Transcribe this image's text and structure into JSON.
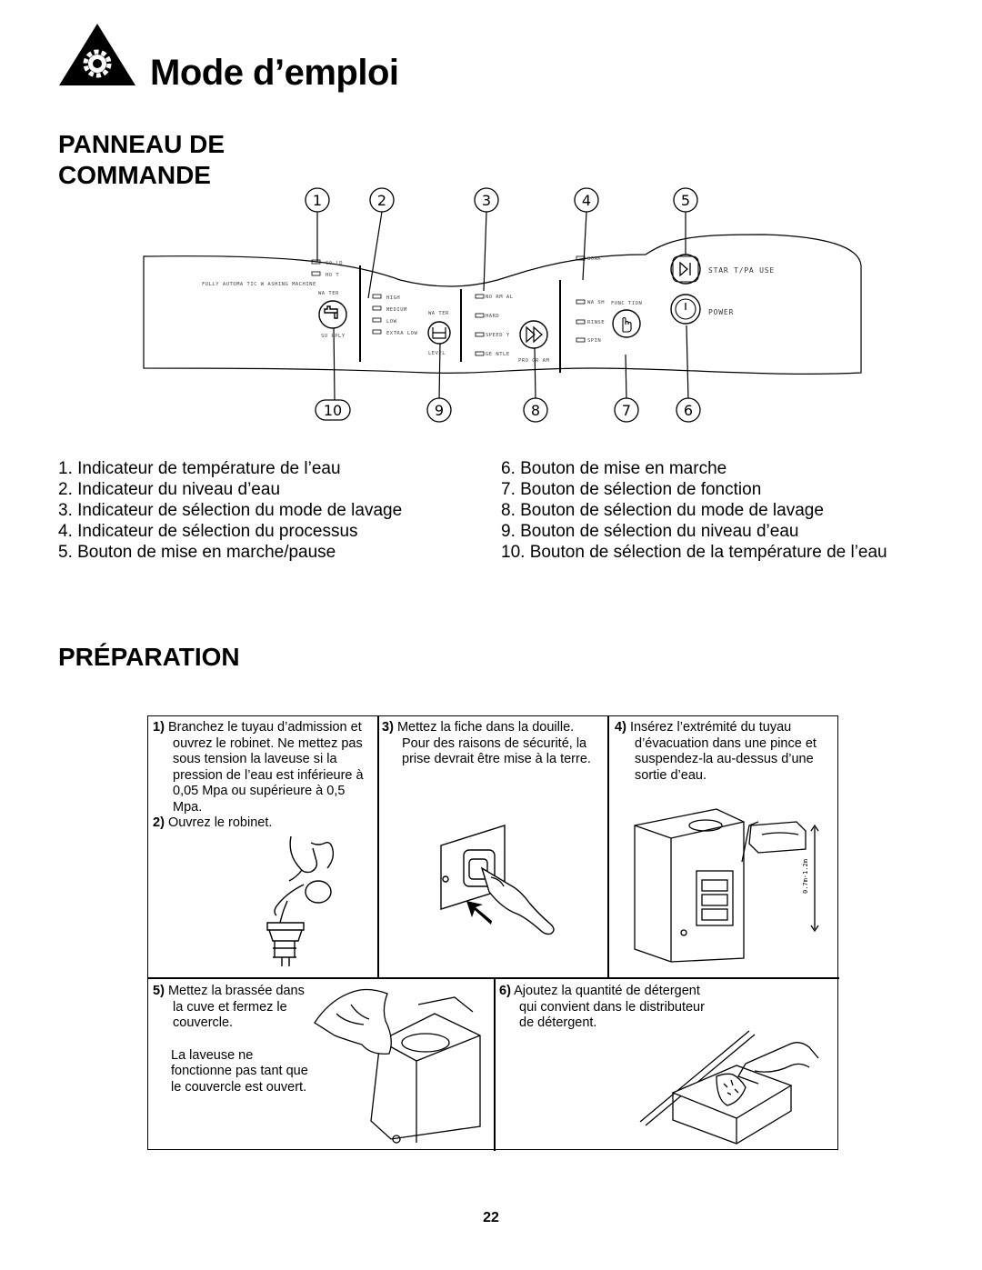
{
  "header": {
    "title": "Mode d’emploi",
    "icon": "gear-warning-triangle-icon"
  },
  "panel_section": {
    "heading_line1": "PANNEAU DE",
    "heading_line2": "COMMANDE",
    "callouts_top": [
      "1",
      "2",
      "3",
      "4",
      "5"
    ],
    "callouts_bottom": [
      "10",
      "9",
      "8",
      "7",
      "6"
    ],
    "panel_labels": {
      "brand": "FULLY AUTOMA TIC W ASHING MACHINE",
      "cold": "CO LD",
      "hot": "HO T",
      "water_supply_top": "WA TER",
      "water_supply_bottom": "SU PPLY",
      "high": "HIGH",
      "medium": "MEDIUM",
      "low": "LOW",
      "extra_low": "EXTRA LOW",
      "water_level_top": "WA TER",
      "water_level_bottom": "LEVEL",
      "normal": "NO RM AL",
      "hard": "HARD",
      "speedy": "SPEED Y",
      "gentle": "GE NTLE",
      "program": "PRO GR AM",
      "soak": "SOAK",
      "wash": "WA SH",
      "rinse": "RINSE",
      "spin": "SPIN",
      "function": "FUNC TION",
      "start_pause": "STAR T/PA USE",
      "power": "POWER"
    },
    "legend_left": [
      "1. Indicateur de température de l’eau",
      "2. Indicateur du niveau d’eau",
      "3. Indicateur de sélection du mode de lavage",
      "4. Indicateur de sélection du processus",
      "5. Bouton de mise en marche/pause"
    ],
    "legend_right": [
      "6. Bouton de mise en marche",
      "7. Bouton de sélection de fonction",
      "8. Bouton de sélection du mode de lavage",
      "9. Bouton de sélection du niveau d’eau",
      "10. Bouton de sélection de la température de l’eau"
    ]
  },
  "preparation_section": {
    "heading": "PRÉPARATION",
    "steps": {
      "s1_num": "1)",
      "s1_text": "Branchez le tuyau d’admission et ouvrez le robinet. Ne mettez pas sous tension la laveuse si la pression de l’eau est inférieure à 0,05 Mpa ou supérieure à 0,5 Mpa.",
      "s2_num": "2)",
      "s2_text": "Ouvrez le robinet.",
      "s3_num": "3)",
      "s3_text": "Mettez la fiche dans la douille. Pour des raisons de sécurité, la prise devrait être mise à la terre.",
      "s4_num": "4)",
      "s4_text": "Insérez l’extrémité du tuyau d’évacuation dans une pince et suspendez-la au-dessus d’une sortie d’eau.",
      "s4_height_label": "0.7m-1.2m",
      "s5_num": "5)",
      "s5_text": "Mettez la brassée dans la cuve et fermez le couvercle.",
      "s5_note": "La laveuse ne fonctionne pas tant que le couvercle est ouvert.",
      "s6_num": "6)",
      "s6_text": "Ajoutez la quantité de détergent qui convient dans le distributeur de détergent."
    }
  },
  "footer": {
    "page_number": "22"
  }
}
